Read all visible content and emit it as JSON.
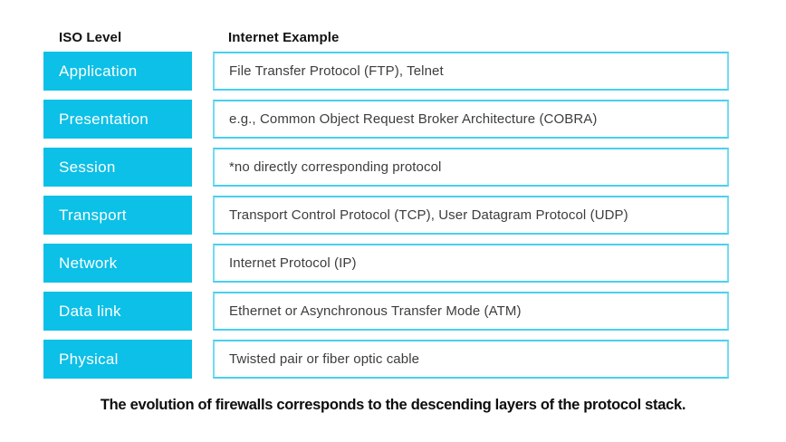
{
  "table": {
    "col1_header": "ISO Level",
    "col2_header": "Internet Example",
    "rows": [
      {
        "level": "Application",
        "example": "File Transfer Protocol (FTP), Telnet"
      },
      {
        "level": "Presentation",
        "example": "e.g., Common Object Request Broker Architecture (COBRA)"
      },
      {
        "level": "Session",
        "example": "*no directly corresponding protocol"
      },
      {
        "level": "Transport",
        "example": "Transport Control Protocol (TCP), User Datagram Protocol (UDP)"
      },
      {
        "level": "Network",
        "example": "Internet Protocol (IP)"
      },
      {
        "level": "Data link",
        "example": "Ethernet or Asynchronous Transfer Mode (ATM)"
      },
      {
        "level": "Physical",
        "example": "Twisted pair or fiber optic cable"
      }
    ]
  },
  "caption": "The evolution of firewalls corresponds to the descending layers of the protocol stack.",
  "colors": {
    "layer_box_fill": "#0cc0e7",
    "example_box_border": "#74dbf3",
    "layer_text": "#ffffff",
    "example_text": "#3d3d3d",
    "header_text": "#121212"
  }
}
